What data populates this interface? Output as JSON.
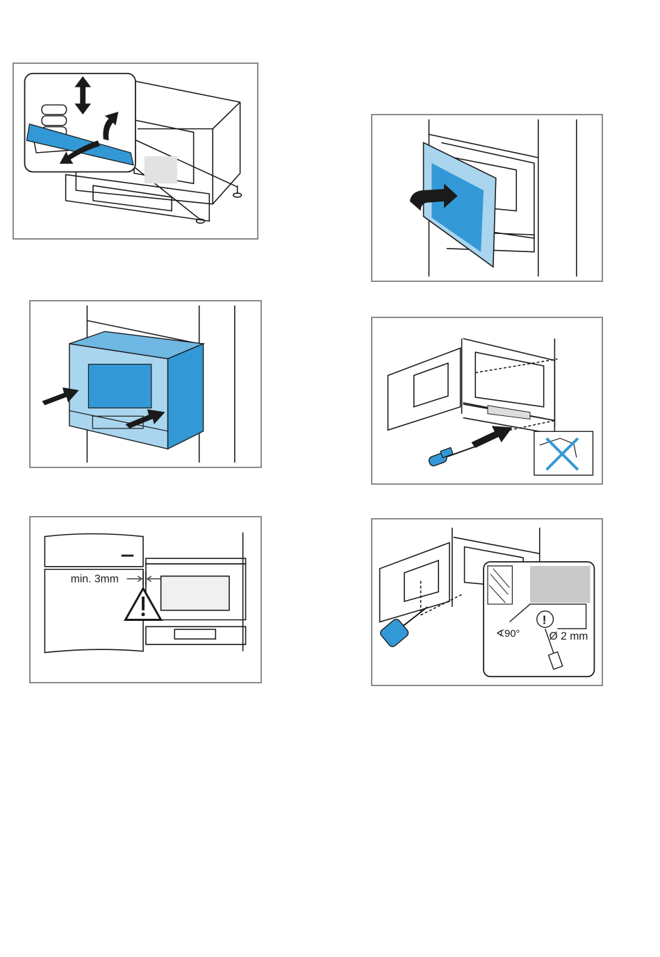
{
  "colors": {
    "accent_blue": "#3399d6",
    "light_blue": "#a9d5ef",
    "mid_blue": "#6fb8e3",
    "frame_grey": "#8a8a8a",
    "line": "#1a1a1a",
    "warn_inset_bg": "#c9c9c9"
  },
  "panels": [
    {
      "id": "adjust-feet",
      "icons": [
        "adjustable-foot-icon",
        "wrench-icon",
        "up-down-arrow-icon",
        "rotate-arrow-icon"
      ]
    },
    {
      "id": "open-door",
      "icons": [
        "open-door-arrow-icon"
      ]
    },
    {
      "id": "slide-in",
      "icons": [
        "push-arrow-icon",
        "push-arrow-icon"
      ]
    },
    {
      "id": "screw-fix",
      "icons": [
        "screwdriver-icon",
        "push-arrow-icon",
        "no-drill-icon"
      ]
    },
    {
      "id": "clearance",
      "gap_label": "min. 3mm",
      "icons": [
        "warning-triangle-icon"
      ]
    },
    {
      "id": "pre-drill",
      "angle_label": "∢90°",
      "diameter_label": "Ø 2 mm",
      "icons": [
        "drill-icon",
        "info-exclamation-icon",
        "drill-bit-icon"
      ]
    }
  ]
}
